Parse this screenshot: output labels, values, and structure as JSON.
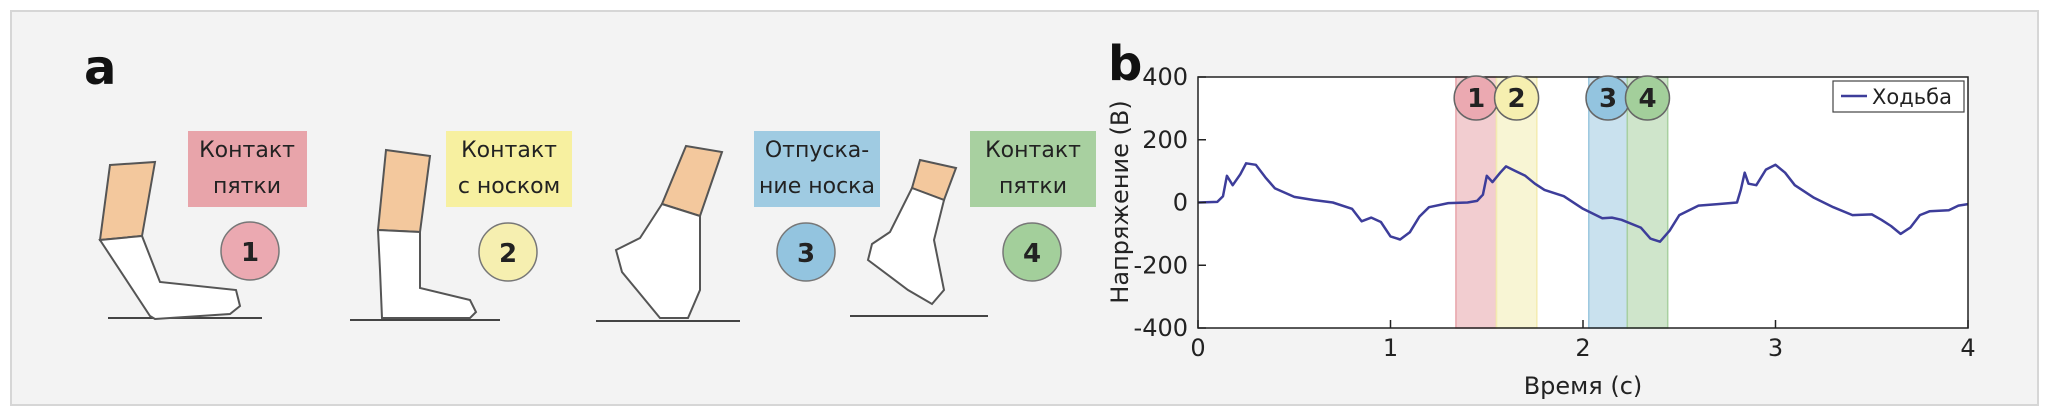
{
  "panels": {
    "a_label": "a",
    "b_label": "b"
  },
  "phases": [
    {
      "num": "1",
      "label_line1": "Контакт",
      "label_line2": "пятки",
      "label_color": "#e8a4aa",
      "circle_color": "#eba9b1"
    },
    {
      "num": "2",
      "label_line1": "Контакт",
      "label_line2": "с носком",
      "label_color": "#f7f0a0",
      "circle_color": "#f6efb0"
    },
    {
      "num": "3",
      "label_line1": "Отпуска-",
      "label_line2": "ние носка",
      "label_color": "#9fcbe2",
      "circle_color": "#93c4df"
    },
    {
      "num": "4",
      "label_line1": "Контакт",
      "label_line2": "пятки",
      "label_color": "#a8d0a0",
      "circle_color": "#a3cf9b"
    }
  ],
  "colors": {
    "skin": "#f3c89d",
    "series_line": "#3d3d9a",
    "band_1": "#e8a4aa",
    "band_2": "#f3ecb0",
    "band_3": "#9cc8e0",
    "band_4": "#a8d0a0"
  },
  "chart_data": {
    "type": "line",
    "xlabel": "Время (с)",
    "ylabel": "Напряжение (В)",
    "xlim": [
      0,
      4
    ],
    "ylim": [
      -400,
      400
    ],
    "x_ticks": [
      0,
      1,
      2,
      3,
      4
    ],
    "y_ticks": [
      400,
      200,
      0,
      -200,
      -400
    ],
    "grid": false,
    "legend_position": "top-right",
    "series": [
      {
        "name": "Ходьба",
        "points": [
          [
            0.0,
            0
          ],
          [
            0.1,
            2
          ],
          [
            0.13,
            20
          ],
          [
            0.15,
            85
          ],
          [
            0.18,
            55
          ],
          [
            0.22,
            90
          ],
          [
            0.25,
            125
          ],
          [
            0.3,
            120
          ],
          [
            0.35,
            80
          ],
          [
            0.4,
            45
          ],
          [
            0.5,
            18
          ],
          [
            0.6,
            8
          ],
          [
            0.7,
            0
          ],
          [
            0.8,
            -20
          ],
          [
            0.85,
            -60
          ],
          [
            0.9,
            -48
          ],
          [
            0.95,
            -62
          ],
          [
            1.0,
            -108
          ],
          [
            1.05,
            -118
          ],
          [
            1.1,
            -95
          ],
          [
            1.15,
            -45
          ],
          [
            1.2,
            -15
          ],
          [
            1.3,
            -2
          ],
          [
            1.4,
            0
          ],
          [
            1.45,
            5
          ],
          [
            1.48,
            25
          ],
          [
            1.5,
            85
          ],
          [
            1.53,
            65
          ],
          [
            1.57,
            95
          ],
          [
            1.6,
            115
          ],
          [
            1.65,
            100
          ],
          [
            1.7,
            85
          ],
          [
            1.75,
            60
          ],
          [
            1.8,
            40
          ],
          [
            1.9,
            20
          ],
          [
            2.0,
            -20
          ],
          [
            2.1,
            -50
          ],
          [
            2.15,
            -48
          ],
          [
            2.2,
            -55
          ],
          [
            2.3,
            -80
          ],
          [
            2.35,
            -115
          ],
          [
            2.4,
            -125
          ],
          [
            2.45,
            -90
          ],
          [
            2.5,
            -40
          ],
          [
            2.6,
            -10
          ],
          [
            2.7,
            -5
          ],
          [
            2.8,
            0
          ],
          [
            2.82,
            40
          ],
          [
            2.84,
            95
          ],
          [
            2.86,
            60
          ],
          [
            2.9,
            55
          ],
          [
            2.95,
            105
          ],
          [
            3.0,
            120
          ],
          [
            3.05,
            95
          ],
          [
            3.1,
            55
          ],
          [
            3.2,
            15
          ],
          [
            3.3,
            -15
          ],
          [
            3.4,
            -40
          ],
          [
            3.5,
            -38
          ],
          [
            3.55,
            -55
          ],
          [
            3.6,
            -75
          ],
          [
            3.65,
            -100
          ],
          [
            3.7,
            -80
          ],
          [
            3.75,
            -40
          ],
          [
            3.8,
            -28
          ],
          [
            3.9,
            -25
          ],
          [
            3.95,
            -10
          ],
          [
            4.0,
            -5
          ]
        ]
      }
    ],
    "shaded_bands": [
      {
        "label": "1",
        "x": [
          1.34,
          1.55
        ]
      },
      {
        "label": "2",
        "x": [
          1.55,
          1.76
        ]
      },
      {
        "label": "3",
        "x": [
          2.03,
          2.23
        ]
      },
      {
        "label": "4",
        "x": [
          2.23,
          2.44
        ]
      }
    ]
  }
}
